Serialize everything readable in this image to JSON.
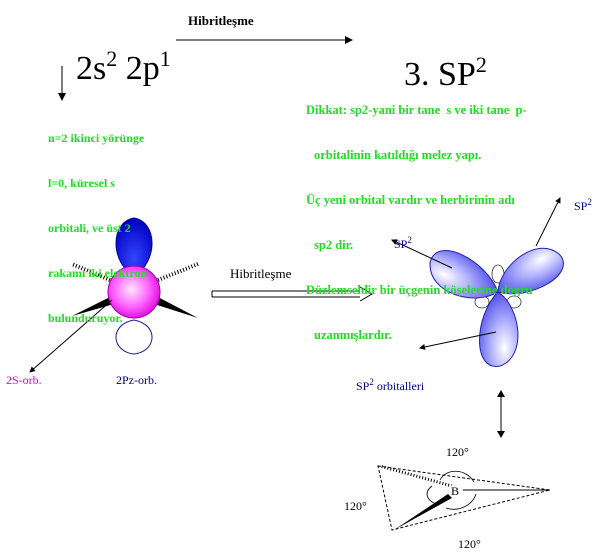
{
  "formula": {
    "left_base1": "2s",
    "left_sup1": "2",
    "left_base2": "2p",
    "left_sup2": "1",
    "arrow_label": "Hibritleşme",
    "right_base": "3. SP",
    "right_sup": "2"
  },
  "note_left": [
    "n=2 ikinci yörünge",
    "l=0, küresel s",
    "orbitali, ve üst 2",
    "rakamı iki elektron",
    "bulunduruyor."
  ],
  "note_right": [
    "Dikkat: sp2-yani bir tane  s ve iki tane  p-",
    "orbitalinin katıldığı melez yapı.",
    "Üç yeni orbital vardır ve herbirinin adı",
    "sp2 dir.",
    "Düzlemseldir bir üçgenin köşelerine dogru",
    "uzanmışlardır."
  ],
  "middle_arrow_label": "Hibritleşme",
  "labels": {
    "s_orb": "2S-orb.",
    "pz_orb": "2Pz-orb.",
    "sp2_top_right_base": "SP",
    "sp2_top_right_sup": "2",
    "sp2_left_base": "SP",
    "sp2_left_sup": "2",
    "sp2_bottom_base": "SP",
    "sp2_bottom_sup": "2",
    "sp2_bottom_suffix": " orbitalleri",
    "angle_top": "120°",
    "angle_left": "120°",
    "angle_bottom": "120°",
    "boron": "B"
  },
  "colors": {
    "green_text": "#22dd22",
    "s_orbital": "#ff00ff",
    "pz_orbital": "#0000ff",
    "sp2_orbital": "#5555ee",
    "label_magenta": "#dd00dd",
    "label_navy": "#000080"
  }
}
